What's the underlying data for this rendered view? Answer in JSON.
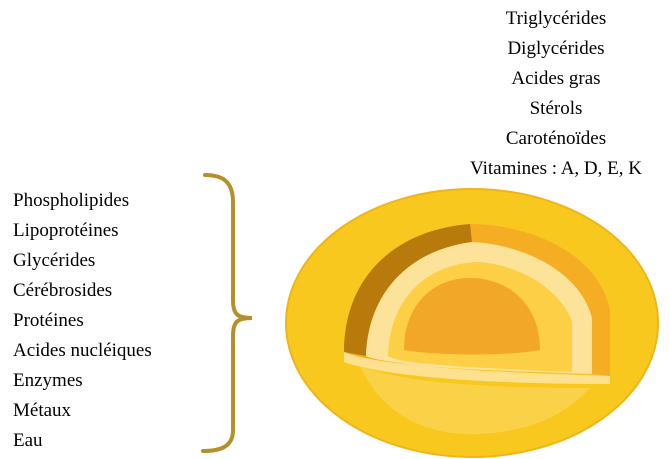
{
  "top_labels": [
    "Triglycérides",
    "Diglycérides",
    "Acides gras",
    "Stérols",
    "Caroténoïdes",
    "Vitamines : A, D, E, K"
  ],
  "left_labels": [
    "Phospholipides",
    "Lipoprotéines",
    "Glycérides",
    "Cérébrosides",
    "Protéines",
    "Acides nucléiques",
    "Enzymes",
    "Métaux",
    "Eau"
  ],
  "colors": {
    "outer_yellow": "#f8c81e",
    "outer_yellow_edge": "#efb517",
    "inner_orange": "#f5ad24",
    "dark_wedge": "#b87b0b",
    "pale_band": "#fde39a",
    "core": "#f2a726",
    "bracket": "#b5902a"
  }
}
